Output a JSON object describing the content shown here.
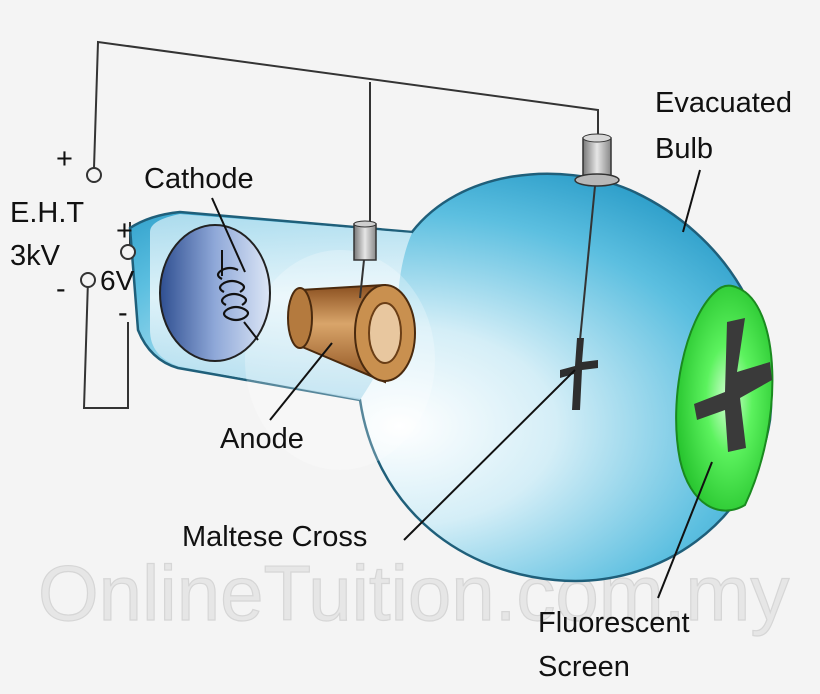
{
  "diagram": {
    "labels": {
      "cathode": "Cathode",
      "anode": "Anode",
      "maltese_cross": "Maltese Cross",
      "bulb_line1": "Evacuated",
      "bulb_line2": "Bulb",
      "screen_line1": "Fluorescent",
      "screen_line2": "Screen",
      "eht_line1": "E.H.T",
      "eht_line2": "3kV",
      "heater_voltage": "6V",
      "plus_eht": "+",
      "minus_eht": "-",
      "plus_heater": "+",
      "minus_heater": "-"
    },
    "watermark": "OnlineTuition.com.my",
    "colors": {
      "background": "#f4f4f4",
      "bulb_blue": "#2ea3cf",
      "screen_green": "#37e03c",
      "anode_brown": "#a8642a",
      "cathode_blue": "#4a6aa8",
      "wire": "#333333"
    }
  }
}
